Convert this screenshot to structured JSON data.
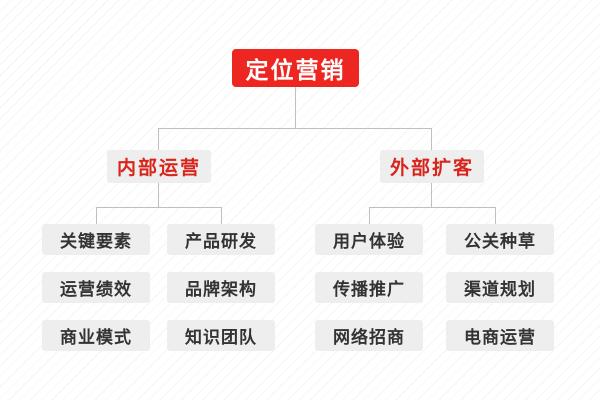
{
  "diagram": {
    "type": "org-tree",
    "title": "定位营销",
    "colors": {
      "root_bg": "#ee2622",
      "root_text": "#ffffff",
      "branch_bg": "#eeeeee",
      "branch_text": "#d9241c",
      "leaf_bg": "#eeeeee",
      "leaf_text": "#333333",
      "connector": "#bfbfbf",
      "canvas_bg": "#ffffff"
    },
    "root": {
      "label": "定位营销"
    },
    "branches": [
      {
        "label": "内部运营",
        "children": [
          {
            "label": "关键要素"
          },
          {
            "label": "产品研发"
          },
          {
            "label": "运营绩效"
          },
          {
            "label": "品牌架构"
          },
          {
            "label": "商业模式"
          },
          {
            "label": "知识团队"
          }
        ]
      },
      {
        "label": "外部扩客",
        "children": [
          {
            "label": "用户体验"
          },
          {
            "label": "公关种草"
          },
          {
            "label": "传播推广"
          },
          {
            "label": "渠道规划"
          },
          {
            "label": "网络招商"
          },
          {
            "label": "电商运营"
          }
        ]
      }
    ]
  }
}
